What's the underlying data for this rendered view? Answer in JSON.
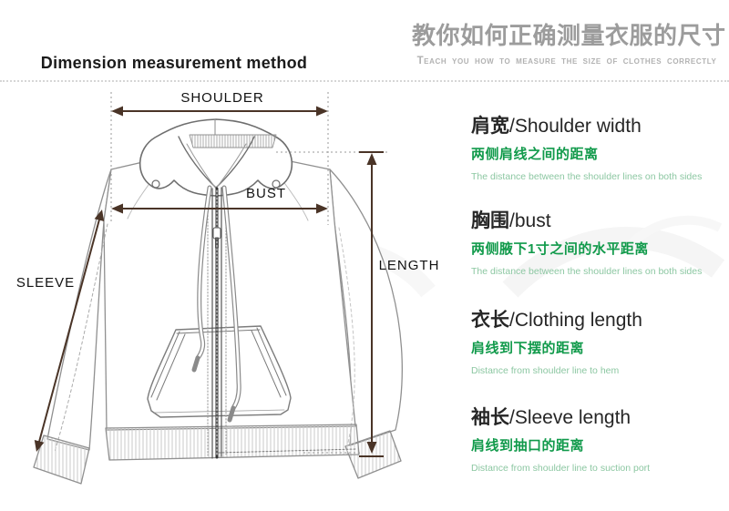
{
  "header": {
    "title": "Dimension measurement method",
    "title_zh": "教你如何正确测量衣服的尺寸",
    "subtitle_en": "Teach you how to measure the size of clothes correctly"
  },
  "diagram": {
    "shoulder_label": "SHOULDER",
    "bust_label": "BUST",
    "length_label": "LENGTH",
    "sleeve_label": "SLEEVE"
  },
  "sections": [
    {
      "title_zh": "肩宽",
      "title_en": "/Shoulder width",
      "desc_zh": "两侧肩线之间的距离",
      "desc_en": "The distance between the shoulder lines on both sides"
    },
    {
      "title_zh": "胸围",
      "title_en": "/bust",
      "desc_zh": "两侧腋下1寸之间的水平距离",
      "desc_en": "The distance between the shoulder lines on both sides"
    },
    {
      "title_zh": "衣长",
      "title_en": "/Clothing length",
      "desc_zh": "肩线到下摆的距离",
      "desc_en": "Distance from shoulder line to hem"
    },
    {
      "title_zh": "袖长",
      "title_en": "/Sleeve length",
      "desc_zh": "肩线到抽口的距离",
      "desc_en": "Distance from shoulder line to suction port"
    }
  ],
  "colors": {
    "accent_green": "#119a4b",
    "light_green": "#8cc7a2",
    "header_gray": "#9c9c9c",
    "arrow_brown": "#4a3427",
    "line_gray": "#8f8f8f"
  }
}
